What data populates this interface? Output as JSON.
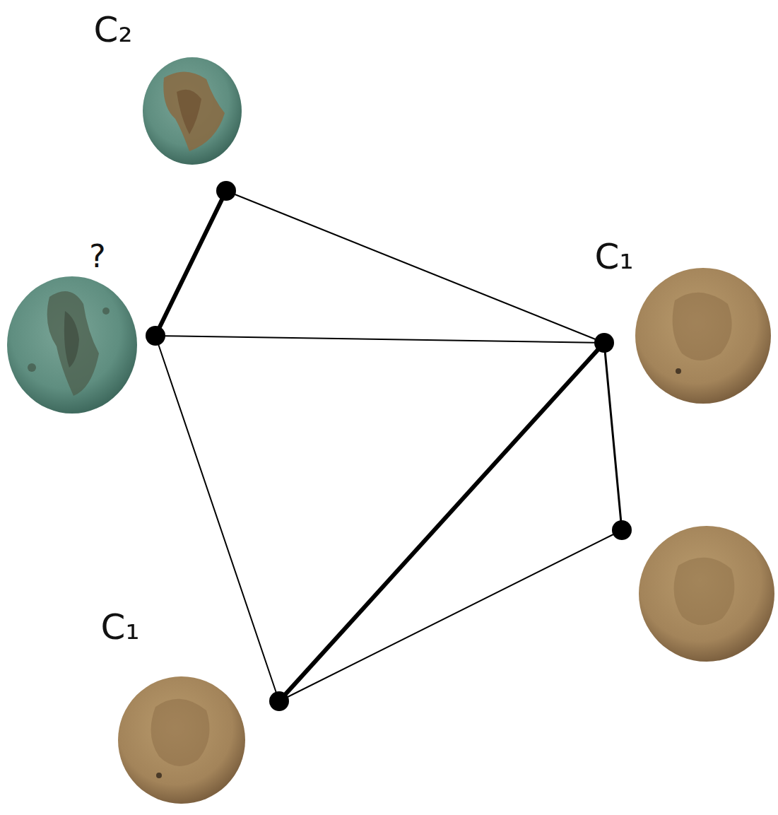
{
  "diagram": {
    "nodes": [
      {
        "text": [
          "C₂"
        ]
      },
      {
        "text": [
          "?"
        ]
      },
      {
        "text": [
          "C₁"
        ]
      },
      {
        "text": []
      },
      {
        "text": [
          "C₁"
        ]
      }
    ],
    "edges": [
      {
        "from": 0,
        "to": 1,
        "arrow": "none"
      },
      {
        "from": 0,
        "to": 2,
        "arrow": "none"
      },
      {
        "from": 1,
        "to": 2,
        "arrow": "none"
      },
      {
        "from": 1,
        "to": 4,
        "arrow": "none"
      },
      {
        "from": 2,
        "to": 4,
        "arrow": "none"
      },
      {
        "from": 2,
        "to": 3,
        "arrow": "none"
      },
      {
        "from": 3,
        "to": 4,
        "arrow": "none"
      }
    ]
  }
}
